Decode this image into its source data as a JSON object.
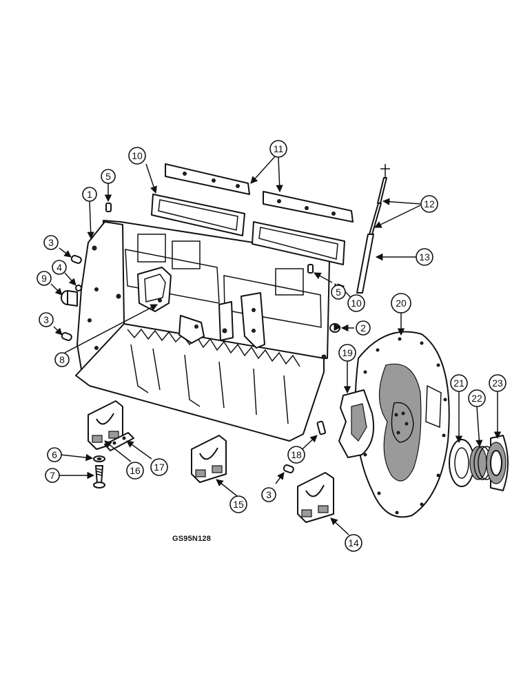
{
  "figure_code": "GS95N128",
  "callouts": [
    "1",
    "2",
    "3",
    "4",
    "5",
    "6",
    "7",
    "8",
    "9",
    "10",
    "11",
    "12",
    "13",
    "14",
    "15",
    "16",
    "17",
    "18",
    "19",
    "20",
    "21",
    "22",
    "23"
  ],
  "colors": {
    "ink": "#111111",
    "shade": "#9a9a9a",
    "paper": "#ffffff"
  }
}
